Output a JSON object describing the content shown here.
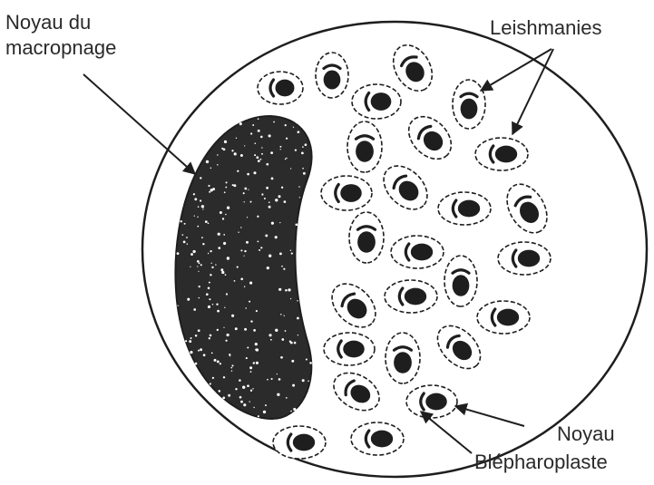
{
  "labels": {
    "macrophage_nucleus_line1": "Noyau du",
    "macrophage_nucleus_line2": "macropnage",
    "leishmanias": "Leishmanies",
    "nucleus": "Noyau",
    "blepharoplast": "Blépharoplaste"
  },
  "colors": {
    "ink": "#1e1e1e",
    "background": "#ffffff",
    "cell_fill": "#ffffff",
    "nucleus_fill": "#2b2b2b",
    "speckle": "#ffffff"
  }
}
